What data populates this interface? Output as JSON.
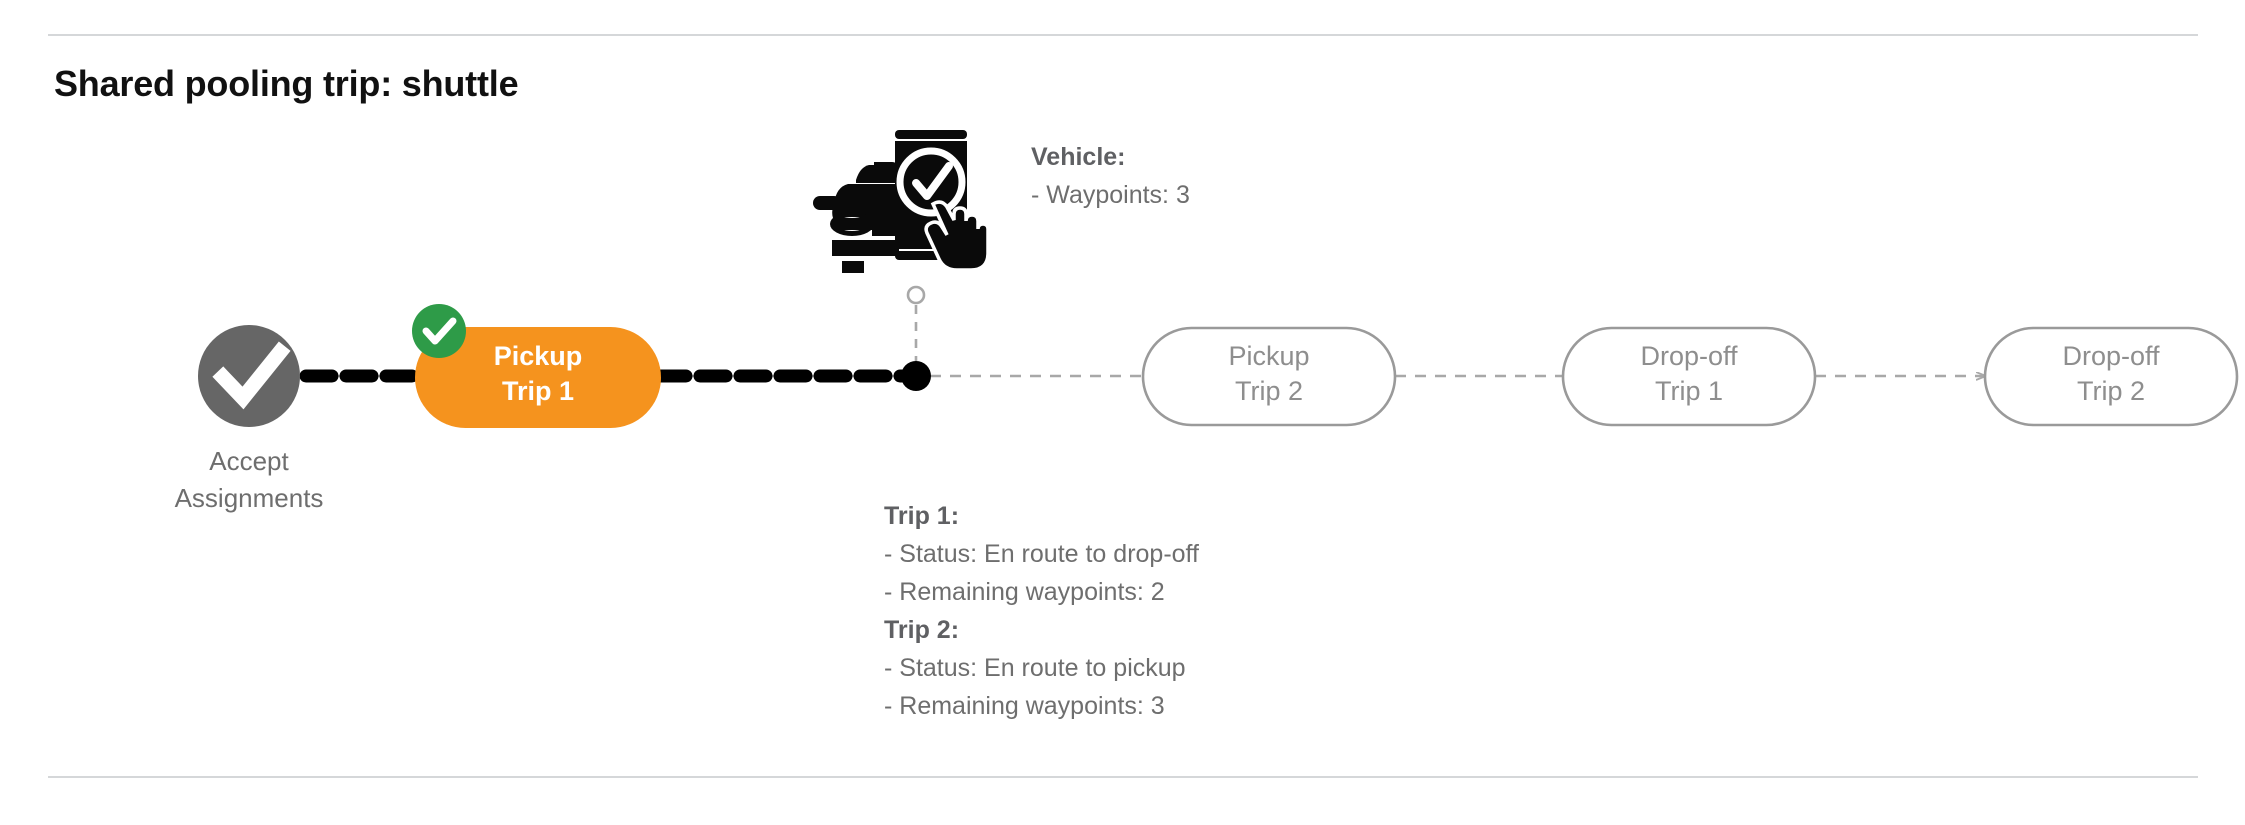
{
  "page": {
    "title": "Shared pooling trip: shuttle"
  },
  "colors": {
    "active_node": "#F5931E",
    "completed_node": "#666666",
    "check_badge": "#2E9B48",
    "pending_node_stroke": "#9a9a9a",
    "pending_node_text": "#8e8e8e",
    "traveled_path": "#000000",
    "future_path": "#a8a8a8",
    "rule": "#d5d7d9",
    "title_text": "#111111",
    "annotation_text": "#6e6e6e"
  },
  "diagram": {
    "start_node": {
      "icon": "check-circle-icon",
      "label": "Accept\nAssignments",
      "state": "completed"
    },
    "nodes": [
      {
        "label": "Pickup\nTrip 1",
        "state": "active",
        "badge": "check-badge-icon"
      },
      {
        "label": "Pickup\nTrip 2",
        "state": "pending",
        "badge": null
      },
      {
        "label": "Drop-off\nTrip 1",
        "state": "pending",
        "badge": null
      },
      {
        "label": "Drop-off\nTrip 2",
        "state": "pending",
        "badge": null
      }
    ],
    "vehicle_marker": {
      "icon": "vehicle-phone-check-icon",
      "position_dot": "current-position-dot"
    }
  },
  "annotations": {
    "vehicle": {
      "heading": "Vehicle",
      "heading_suffix": ":",
      "lines": [
        "- Waypoints: 3"
      ]
    },
    "trips": [
      {
        "heading": "Trip 1",
        "heading_suffix": ":",
        "lines": [
          "- Status:  En route to drop-off",
          "- Remaining waypoints: 2"
        ]
      },
      {
        "heading": "Trip 2",
        "heading_suffix": ":",
        "lines": [
          "- Status:  En route to pickup",
          "- Remaining waypoints: 3"
        ]
      }
    ]
  }
}
